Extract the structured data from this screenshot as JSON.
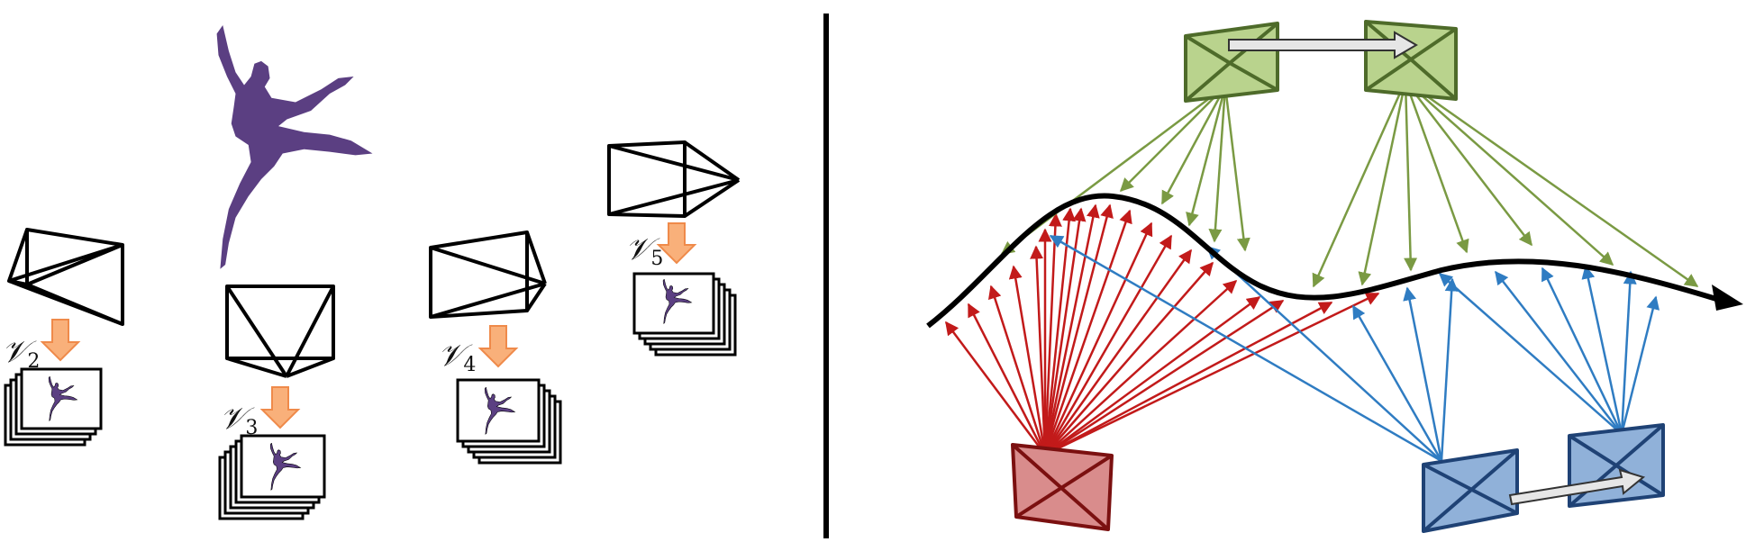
{
  "left_panel": {
    "subject": "dancer-silhouette",
    "cameras": [
      {
        "id": "cam-2",
        "label_letter": "𝒱",
        "label_sub": "2"
      },
      {
        "id": "cam-3",
        "label_letter": "𝒱",
        "label_sub": "3"
      },
      {
        "id": "cam-4",
        "label_letter": "𝒱",
        "label_sub": "4"
      },
      {
        "id": "cam-5",
        "label_letter": "𝒱",
        "label_sub": "5"
      }
    ]
  },
  "right_panel": {
    "trajectory": "motion-curve",
    "camera_groups": [
      "green-moving-camera",
      "blue-moving-camera",
      "red-static-camera"
    ]
  },
  "colors": {
    "dancer": "#5b3f82",
    "camera_outline": "#000000",
    "down_arrow_fill": "#f9b07a",
    "down_arrow_stroke": "#ef8a4a",
    "green_fill": "#b9d38d",
    "green_stroke": "#4e6b2a",
    "green_ray": "#7a9a43",
    "blue_fill": "#90b1d9",
    "blue_stroke": "#1f4275",
    "blue_ray": "#2f7cc2",
    "red_fill": "#d98c8c",
    "red_stroke": "#7b1010",
    "red_ray": "#c21a1a",
    "divider": "#000000"
  }
}
